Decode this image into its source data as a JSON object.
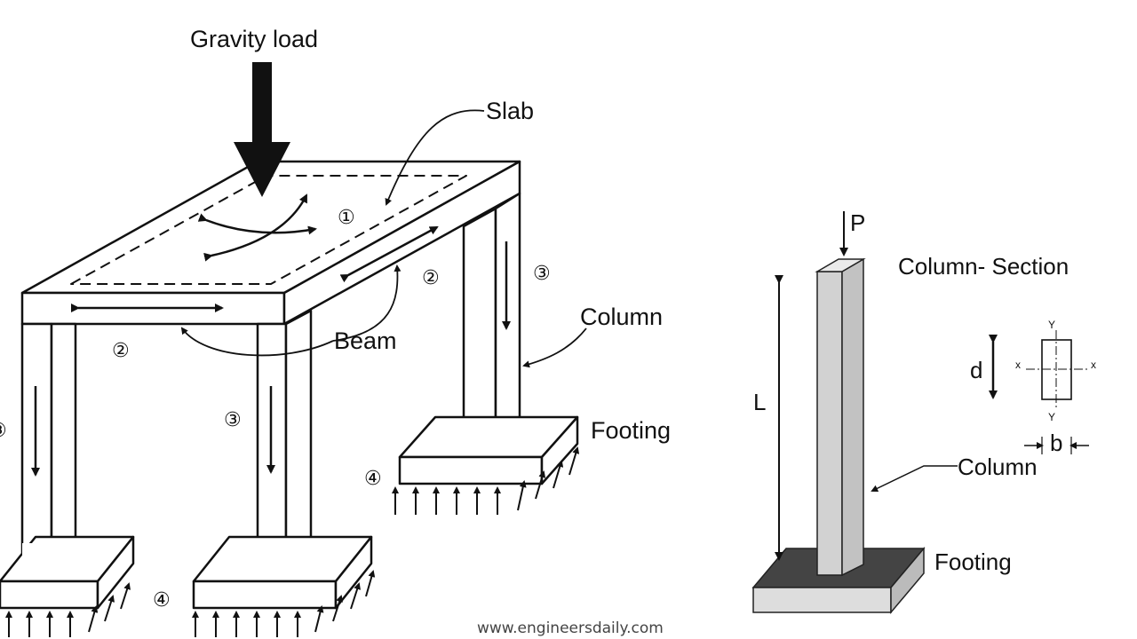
{
  "left_diagram": {
    "gravity_load": "Gravity load",
    "slab": "Slab",
    "beam": "Beam",
    "column": "Column",
    "footing": "Footing",
    "step1": "①",
    "step2": "②",
    "step3": "③",
    "step4": "④"
  },
  "right_diagram": {
    "load": "P",
    "length": "L",
    "section_title": "Column- Section",
    "depth": "d",
    "breadth": "b",
    "axis_x": "x",
    "axis_y": "Y",
    "column": "Column",
    "footing": "Footing"
  },
  "watermark": "www.engineersdaily.com"
}
